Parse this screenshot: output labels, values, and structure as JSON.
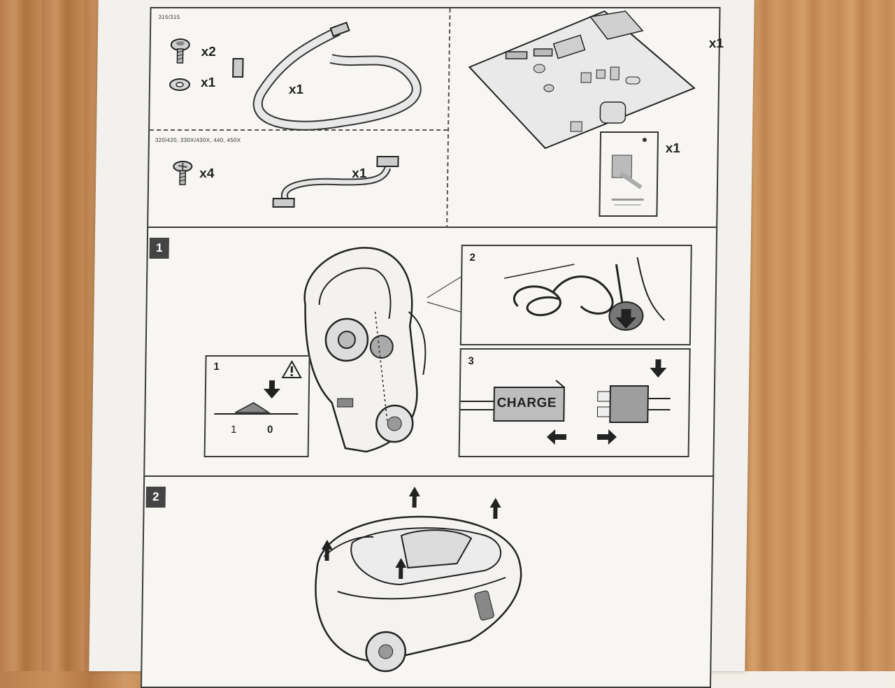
{
  "parts": {
    "group_a_models": "315/315",
    "group_a_screw_qty": "x2",
    "group_a_washer_qty": "x1",
    "group_a_cable_qty": "x1",
    "group_b_models": "320/420, 330X/430X, 440, 450X",
    "group_b_screw_qty": "x4",
    "group_b_cable_qty": "x1",
    "circuit_board_qty": "x1",
    "booklet_qty": "x1"
  },
  "step1": {
    "badge": "1",
    "inset_switch": {
      "number": "1",
      "position_on": "1",
      "position_off": "0"
    },
    "inset_cable": {
      "number": "2"
    },
    "inset_connector": {
      "number": "3",
      "connector_label": "CHARGE"
    }
  },
  "step2": {
    "badge": "2"
  }
}
